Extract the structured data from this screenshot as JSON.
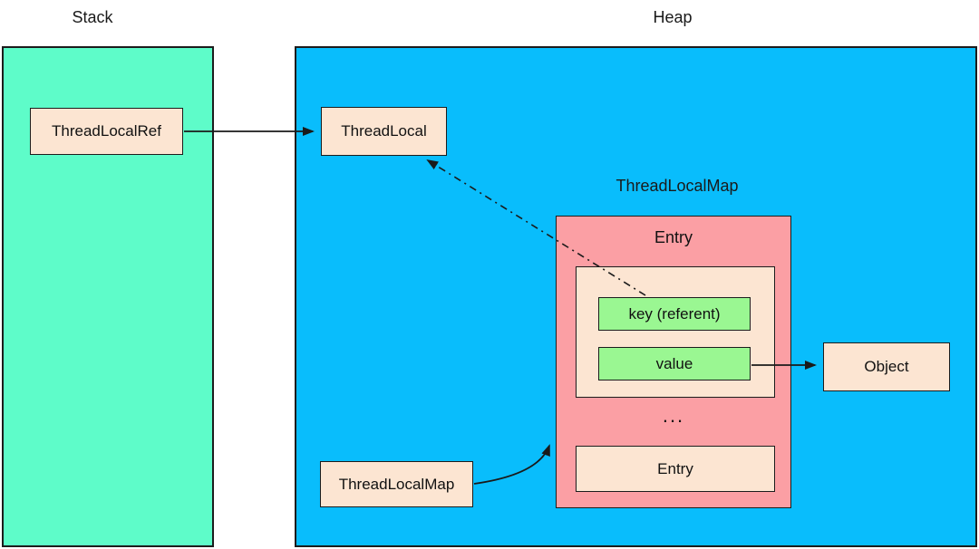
{
  "diagram": {
    "title_semantics": "Java ThreadLocal memory layout",
    "stack": {
      "label": "Stack",
      "boxes": {
        "thread_local_ref": "ThreadLocalRef"
      }
    },
    "heap": {
      "label": "Heap",
      "boxes": {
        "thread_local": "ThreadLocal",
        "object": "Object",
        "thread_local_map_ref": "ThreadLocalMap"
      },
      "thread_local_map": {
        "title": "ThreadLocalMap",
        "entry_top_label": "Entry",
        "entry": {
          "key_label": "key (referent)",
          "value_label": "value"
        },
        "ellipsis": "...",
        "entry_bottom_label": "Entry"
      }
    },
    "arrows": [
      {
        "name": "stack-ref-to-threadlocal",
        "style": "solid",
        "from": "ThreadLocalRef",
        "to": "ThreadLocal"
      },
      {
        "name": "key-weak-ref-to-threadlocal",
        "style": "dash-dot",
        "from": "key (referent)",
        "to": "ThreadLocal"
      },
      {
        "name": "value-to-object",
        "style": "solid",
        "from": "value",
        "to": "Object"
      },
      {
        "name": "map-ref-to-map",
        "style": "solid-curved",
        "from": "ThreadLocalMap",
        "to": "ThreadLocalMap container"
      }
    ],
    "colors": {
      "background": "#ffffff",
      "stack_fill": "#5efcc9",
      "heap_fill": "#09bdfc",
      "map_fill": "#fb9fa4",
      "box_fill": "#fce5d2",
      "key_value_fill": "#9af792",
      "border": "#1c1c1c",
      "line": "#1a1a1a",
      "text": "#111111"
    }
  }
}
